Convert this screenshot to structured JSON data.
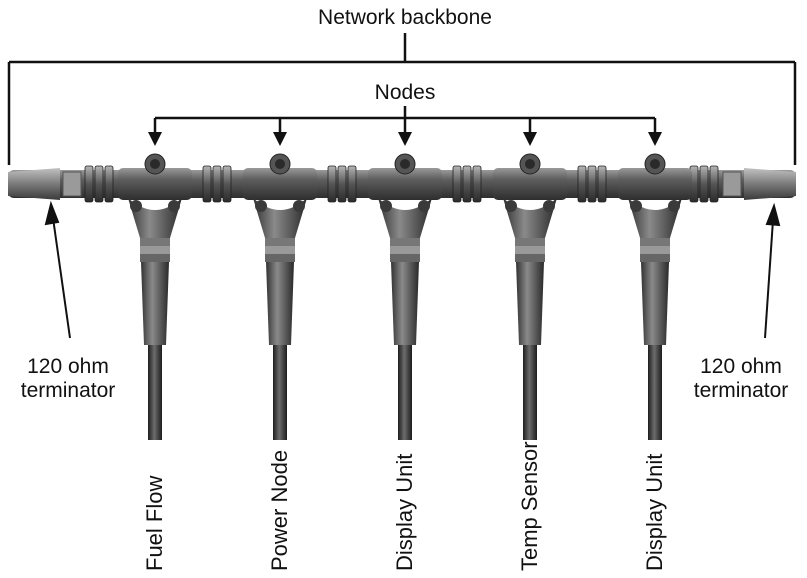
{
  "title": "Network backbone",
  "nodes_label": "Nodes",
  "terminators": {
    "left": [
      "120 ohm",
      "terminator"
    ],
    "right": [
      "120 ohm",
      "terminator"
    ]
  },
  "devices": [
    "Fuel Flow",
    "Power Node",
    "Display Unit",
    "Temp Sensor",
    "Display Unit"
  ]
}
